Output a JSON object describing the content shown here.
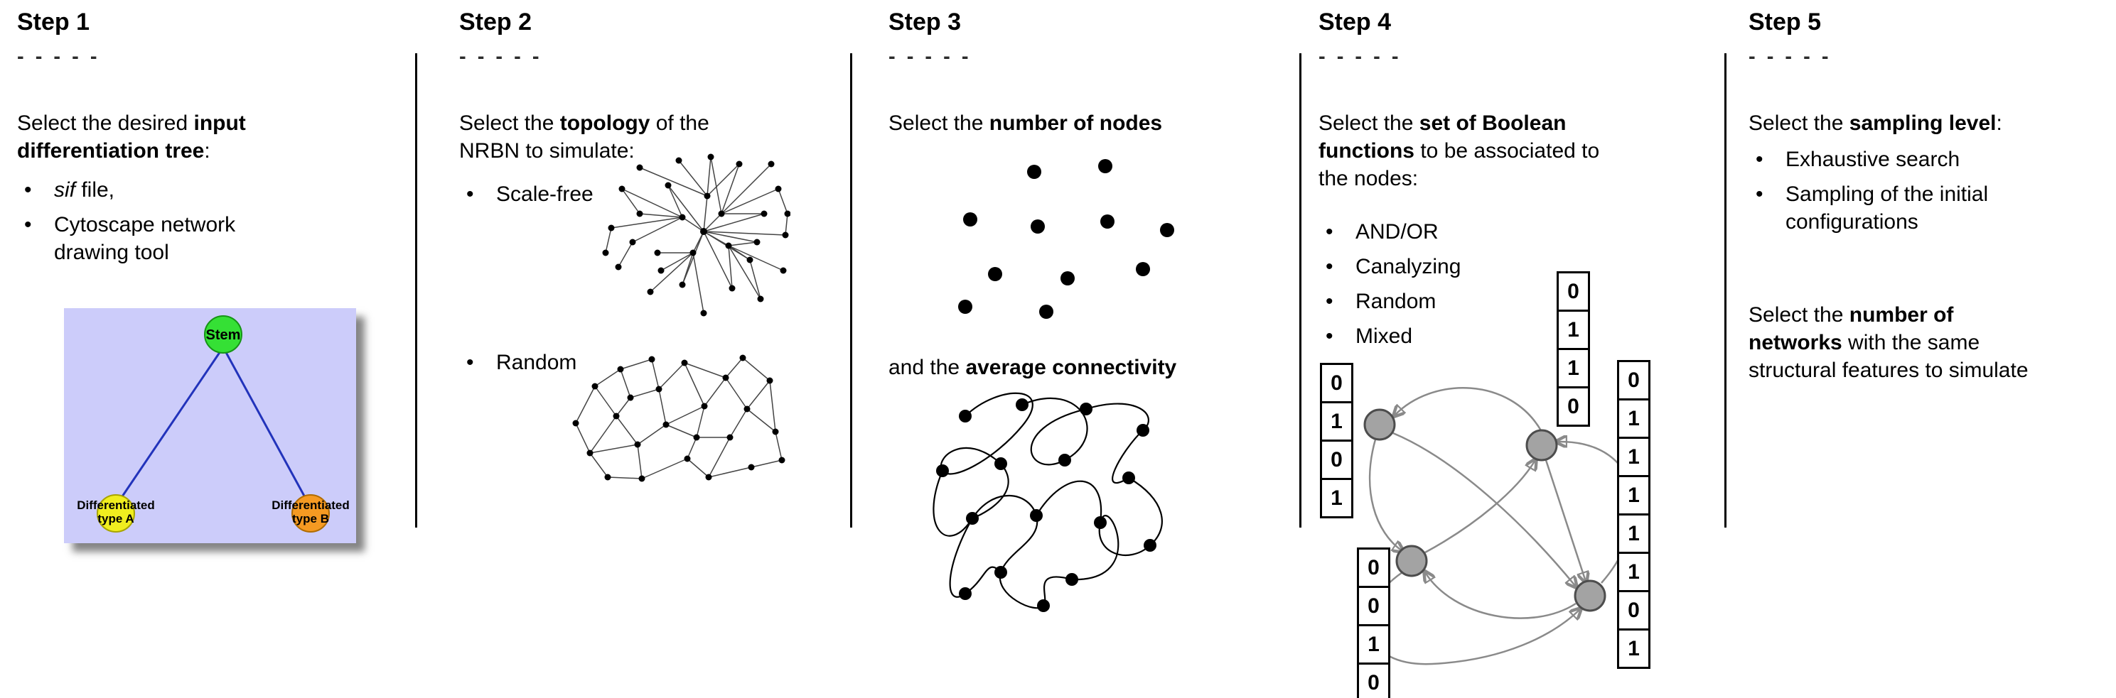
{
  "glyphs": {
    "bullet": "•"
  },
  "colors": {
    "divider": "#000000",
    "arrow_gray": "#8a8a8a"
  },
  "steps": [
    {
      "title": "Step 1",
      "dashes": "- - - - -",
      "intro": {
        "l1a": "Select the desired ",
        "l1b": "input",
        "l2b": "differentiation tree",
        "l2c": ":"
      },
      "bullets": {
        "b1_italic": "sif",
        "b1_rest": " file,",
        "b2": "Cytoscape network drawing tool"
      },
      "tree": {
        "background": "#ccccfa",
        "edge_color": "#2233bb",
        "stem_label": "Stem",
        "stem_color": "#35e035",
        "childA_line1": "Differentiated",
        "childA_line2": "type A",
        "childA_color": "#f0ee1f",
        "childB_line1": "Differentiated",
        "childB_line2": "type B",
        "childB_color": "#f59a22"
      }
    },
    {
      "title": "Step 2",
      "dashes": "- - - - -",
      "intro": {
        "l1a": "Select the ",
        "l1b": "topology",
        "l1c": " of the",
        "l2": "NRBN to simulate:"
      },
      "bullets": {
        "b1": "Scale-free",
        "b2": "Random"
      }
    },
    {
      "title": "Step 3",
      "dashes": "- - - - -",
      "line1": {
        "a": "Select the ",
        "b": "number of nodes"
      },
      "line2": {
        "a": "and the ",
        "b": "average connectivity"
      }
    },
    {
      "title": "Step 4",
      "dashes": "- - - - -",
      "intro": {
        "l1a": "Select the ",
        "l1b": "set of Boolean",
        "l2a": "functions",
        "l2b": " to be associated to",
        "l3": "the nodes:"
      },
      "bullets": [
        "AND/OR",
        "Canalyzing",
        "Random",
        "Mixed"
      ],
      "node_color": "#a3a3a3",
      "truth_tables": {
        "left": [
          "0",
          "1",
          "0",
          "1"
        ],
        "top": [
          "0",
          "1",
          "1",
          "0"
        ],
        "bottom_left": [
          "0",
          "0",
          "1",
          "0"
        ],
        "right": [
          "0",
          "1",
          "1",
          "1",
          "1",
          "1",
          "0",
          "1"
        ]
      }
    },
    {
      "title": "Step 5",
      "dashes": "- - - - -",
      "intro": {
        "a": "Select the ",
        "b": "sampling level",
        "c": ":"
      },
      "bullets": {
        "b1": "Exhaustive search",
        "b2": "Sampling of the initial configurations"
      },
      "second": {
        "l1a": "Select the ",
        "l1b": "number of",
        "l2a": "networks",
        "l2b": " with the same",
        "l3": "structural features to simulate"
      }
    }
  ]
}
